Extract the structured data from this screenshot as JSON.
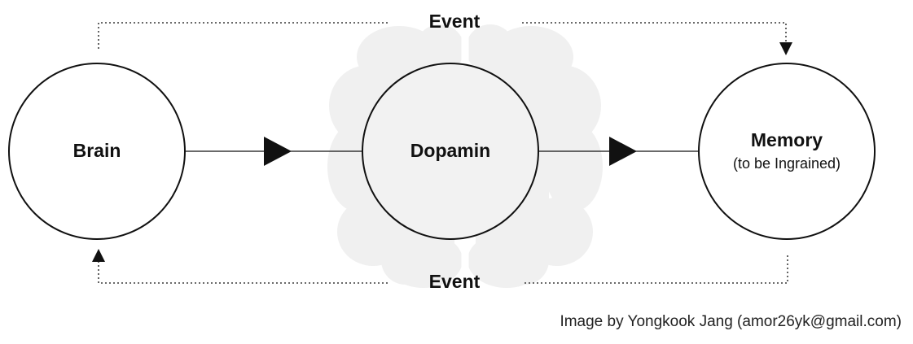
{
  "colors": {
    "stroke": "#111111",
    "background_watermark": "#f0f0f0",
    "center_node_fill": "#f2f2f2"
  },
  "nodes": [
    {
      "id": "brain",
      "label": "Brain",
      "sublabel": ""
    },
    {
      "id": "dopamin",
      "label": "Dopamin",
      "sublabel": ""
    },
    {
      "id": "memory",
      "label": "Memory",
      "sublabel": "(to be Ingrained)"
    }
  ],
  "edges": [
    {
      "from": "brain",
      "to": "dopamin",
      "style": "solid"
    },
    {
      "from": "dopamin",
      "to": "memory",
      "style": "solid"
    },
    {
      "from": "brain",
      "to": "memory",
      "style": "dotted",
      "label": "Event"
    },
    {
      "from": "memory",
      "to": "brain",
      "style": "dotted",
      "label": "Event"
    }
  ],
  "labels": {
    "event_top": "Event",
    "event_bottom": "Event"
  },
  "watermark": {
    "icon": "brain-icon"
  },
  "credit": "Image by Yongkook Jang (amor26yk@gmail.com)"
}
